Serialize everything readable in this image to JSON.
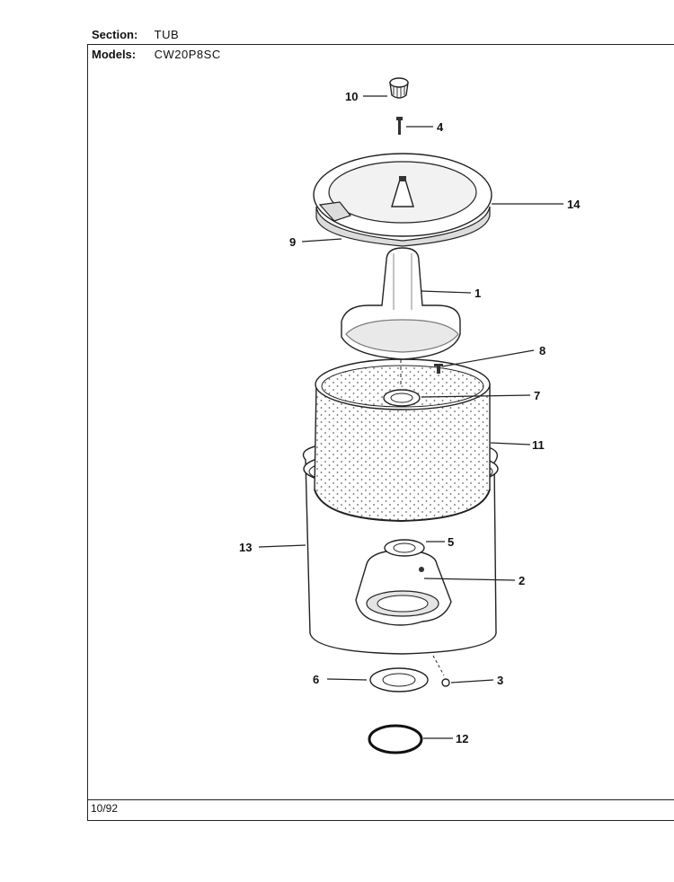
{
  "header": {
    "section_label": "Section:",
    "section_value": "TUB",
    "models_label": "Models:",
    "models_value": "CW20P8SC"
  },
  "footer": {
    "date": "10/92"
  },
  "callouts": [
    {
      "id": "c10",
      "label": "10"
    },
    {
      "id": "c4",
      "label": "4"
    },
    {
      "id": "c14",
      "label": "14"
    },
    {
      "id": "c9",
      "label": "9"
    },
    {
      "id": "c1",
      "label": "1"
    },
    {
      "id": "c8",
      "label": "8"
    },
    {
      "id": "c7",
      "label": "7"
    },
    {
      "id": "c11",
      "label": "11"
    },
    {
      "id": "c13",
      "label": "13"
    },
    {
      "id": "c5",
      "label": "5"
    },
    {
      "id": "c2",
      "label": "2"
    },
    {
      "id": "c6",
      "label": "6"
    },
    {
      "id": "c3",
      "label": "3"
    },
    {
      "id": "c12",
      "label": "12"
    }
  ]
}
